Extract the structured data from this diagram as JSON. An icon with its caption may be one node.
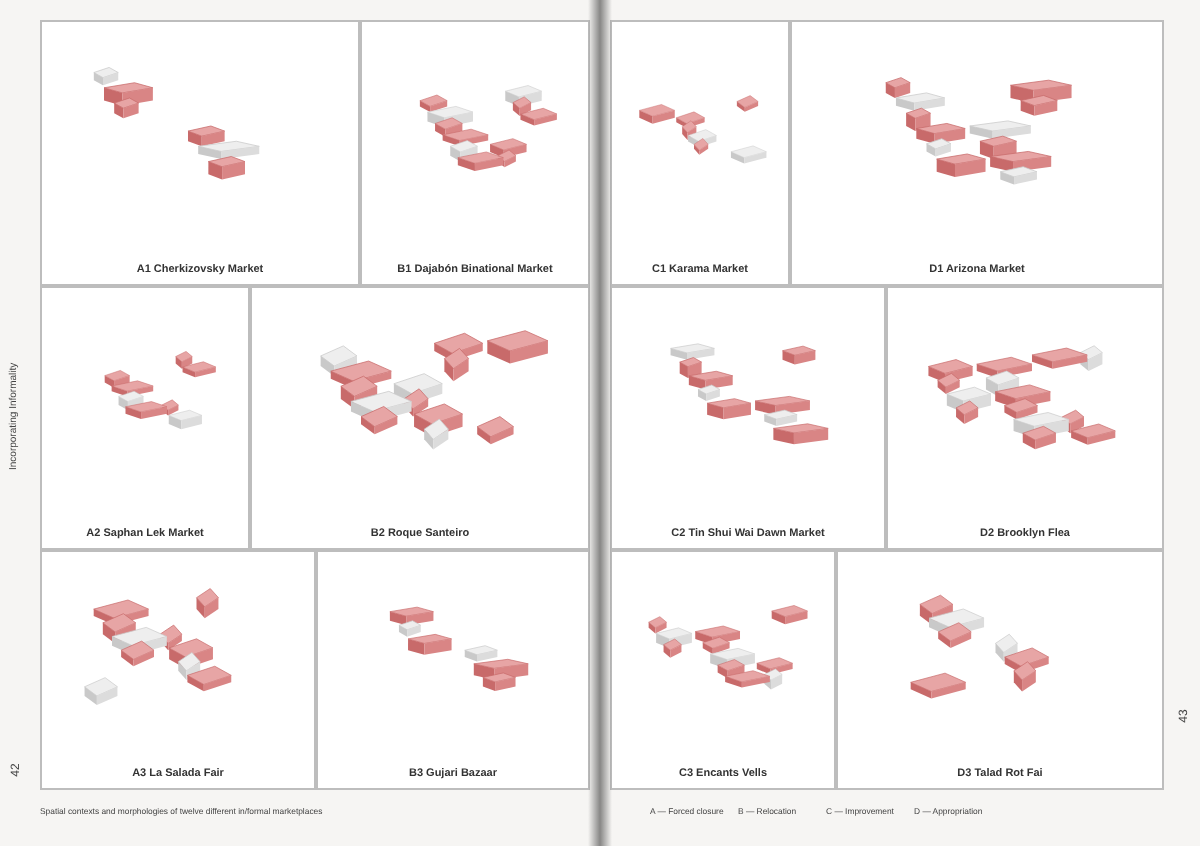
{
  "diagram": {
    "caption": "Spatial contexts and morphologies of twelve different in/formal marketplaces",
    "nodes": [
      {
        "text": [
          "A1 Cherkizovsky Market"
        ]
      },
      {
        "text": [
          "B1 Dajabón Binational Market"
        ]
      },
      {
        "text": [
          "C1 Karama Market"
        ]
      },
      {
        "text": [
          "D1 Arizona Market"
        ]
      },
      {
        "text": [
          "A2 Saphan Lek Market"
        ]
      },
      {
        "text": [
          "B2 Roque Santeiro"
        ]
      },
      {
        "text": [
          "C2 Tin Shui Wai Dawn Market"
        ]
      },
      {
        "text": [
          "D2 Brooklyn Flea"
        ]
      },
      {
        "text": [
          "A3 La Salada Fair"
        ]
      },
      {
        "text": [
          "B3 Gujari Bazaar"
        ]
      },
      {
        "text": [
          "C3 Encants Vells"
        ]
      },
      {
        "text": [
          "D3 Talad Rot Fai"
        ]
      }
    ],
    "labels": [
      "Incorporating Informality",
      "42",
      "43"
    ],
    "legend": [
      {
        "text": "A — Forced closure"
      },
      {
        "text": "B — Relocation"
      },
      {
        "text": "C — Improvement"
      },
      {
        "text": "D — Appropriation"
      }
    ]
  }
}
